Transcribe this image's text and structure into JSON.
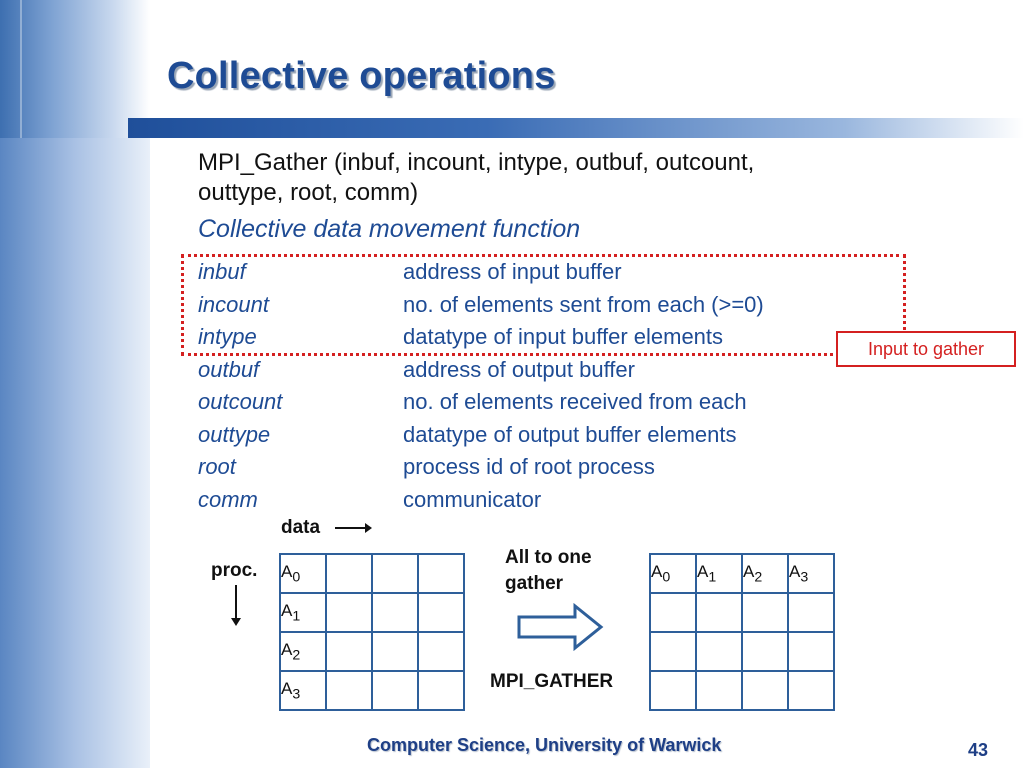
{
  "slide": {
    "title": "Collective operations",
    "signature_line1": "MPI_Gather (inbuf, incount, intype, outbuf, outcount,",
    "signature_line2": "outtype, root, comm)",
    "subtitle": "Collective data movement function",
    "params": [
      {
        "name": "inbuf",
        "desc": "address of input buffer"
      },
      {
        "name": "incount",
        "desc": "no. of elements sent from each (>=0)"
      },
      {
        "name": "intype",
        "desc": "datatype of input buffer elements"
      },
      {
        "name": "outbuf",
        "desc": "address of output buffer"
      },
      {
        "name": "outcount",
        "desc": "no. of elements received from each"
      },
      {
        "name": "outtype",
        "desc": "datatype of output buffer elements"
      },
      {
        "name": "root",
        "desc": "process id of root process"
      },
      {
        "name": "comm",
        "desc": "communicator"
      }
    ],
    "callout": "Input to gather"
  },
  "diagram": {
    "data_label": "data",
    "proc_label": "proc.",
    "left_grid_labels": [
      [
        "A",
        "0"
      ],
      [
        "A",
        "1"
      ],
      [
        "A",
        "2"
      ],
      [
        "A",
        "3"
      ]
    ],
    "right_grid_labels": [
      [
        "A",
        "0"
      ],
      [
        "A",
        "1"
      ],
      [
        "A",
        "2"
      ],
      [
        "A",
        "3"
      ]
    ],
    "operation_line1": "All to one",
    "operation_line2": "gather",
    "operation_name": "MPI_GATHER"
  },
  "footer": {
    "text": "Computer Science, University of Warwick",
    "page_number": "43"
  },
  "colors": {
    "accent": "#1e4b94",
    "highlight": "#d42020",
    "grid": "#2e5f9a"
  }
}
